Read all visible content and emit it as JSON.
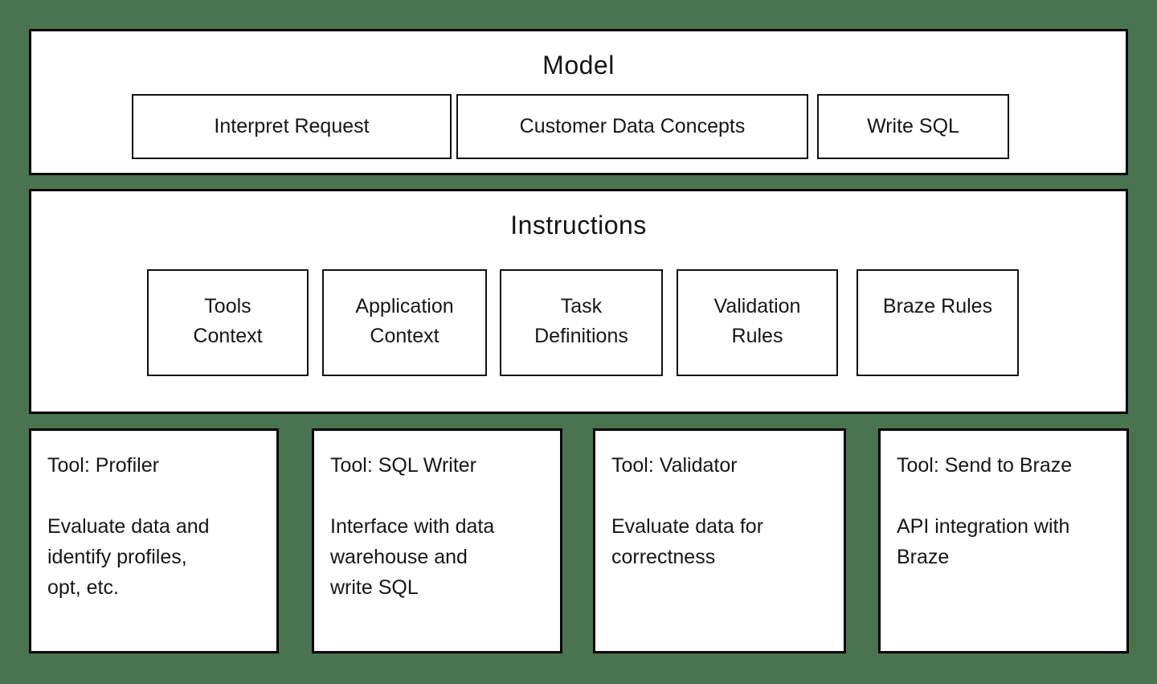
{
  "colors": {
    "background": "#4a7350",
    "panel": "#ffffff",
    "border": "#000000",
    "text": "#161616"
  },
  "model": {
    "title": "Model",
    "boxes": [
      {
        "label": "Interpret Request"
      },
      {
        "label": "Customer Data Concepts"
      },
      {
        "label": "Write SQL"
      }
    ]
  },
  "instructions": {
    "title": "Instructions",
    "boxes": [
      {
        "label": "Tools\nContext"
      },
      {
        "label": "Application\nContext"
      },
      {
        "label": "Task\nDefinitions"
      },
      {
        "label": "Validation\nRules"
      },
      {
        "label": "Braze Rules"
      }
    ]
  },
  "tools": [
    {
      "title": "Tool: Profiler",
      "description": "Evaluate data and\nidentify profiles,\nopt, etc."
    },
    {
      "title": "Tool: SQL Writer",
      "description": "Interface with data\nwarehouse and\nwrite SQL"
    },
    {
      "title": "Tool: Validator",
      "description": "Evaluate data for\ncorrectness"
    },
    {
      "title": "Tool: Send to Braze",
      "description": "API integration with\nBraze"
    }
  ]
}
